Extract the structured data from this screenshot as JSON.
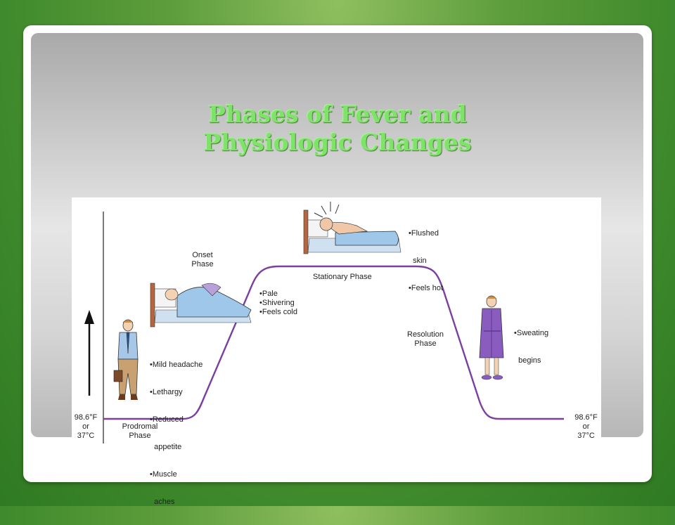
{
  "slide": {
    "title_line1": "Phases of Fever and",
    "title_line2": "Physiologic Changes"
  },
  "diagram": {
    "baseline_left": [
      "98.6°F",
      "or",
      "37°C"
    ],
    "baseline_right": [
      "98.6°F",
      "or",
      "37°C"
    ],
    "prodromal": {
      "name": [
        "Prodromal",
        "Phase"
      ],
      "signs": [
        "•Mild headache",
        "•Lethargy",
        "•Reduced",
        "  appetite",
        "•Muscle",
        "  aches"
      ]
    },
    "onset": {
      "name": [
        "Onset",
        "Phase"
      ],
      "signs": [
        "•Pale",
        "•Shivering",
        "•Feels cold"
      ]
    },
    "stationary": {
      "name": "Stationary Phase",
      "signs": [
        "•Flushed",
        "  skin",
        "•Feels hot"
      ]
    },
    "resolution": {
      "name": [
        "Resolution",
        "Phase"
      ],
      "signs": [
        "•Sweating",
        "  begins"
      ]
    },
    "colors": {
      "curve": "#7a3fa0",
      "robe": "#8a5cc0",
      "blanket": "#9fc7ea"
    }
  }
}
